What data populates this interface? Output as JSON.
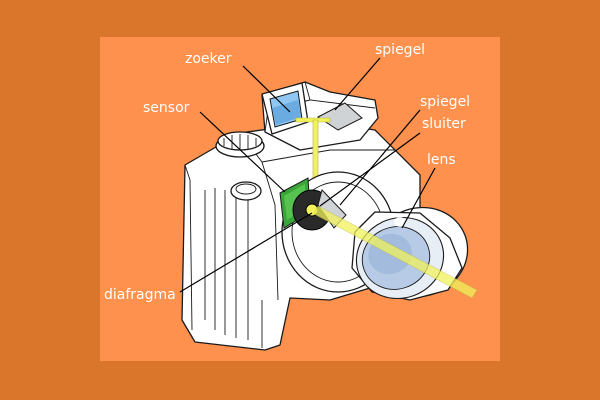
{
  "colors": {
    "background": "#d9762c",
    "panel": "#fd914d",
    "light_path": "#f2f25c",
    "sensor": "#3aa63a",
    "viewfinder": "#8fc7f2",
    "label_text": "#ffffff"
  },
  "labels": {
    "zoeker": "zoeker",
    "spiegel_top": "spiegel",
    "spiegel_right": "spiegel",
    "sluiter": "sluiter",
    "lens": "lens",
    "sensor": "sensor",
    "diafragma": "diafragma"
  }
}
